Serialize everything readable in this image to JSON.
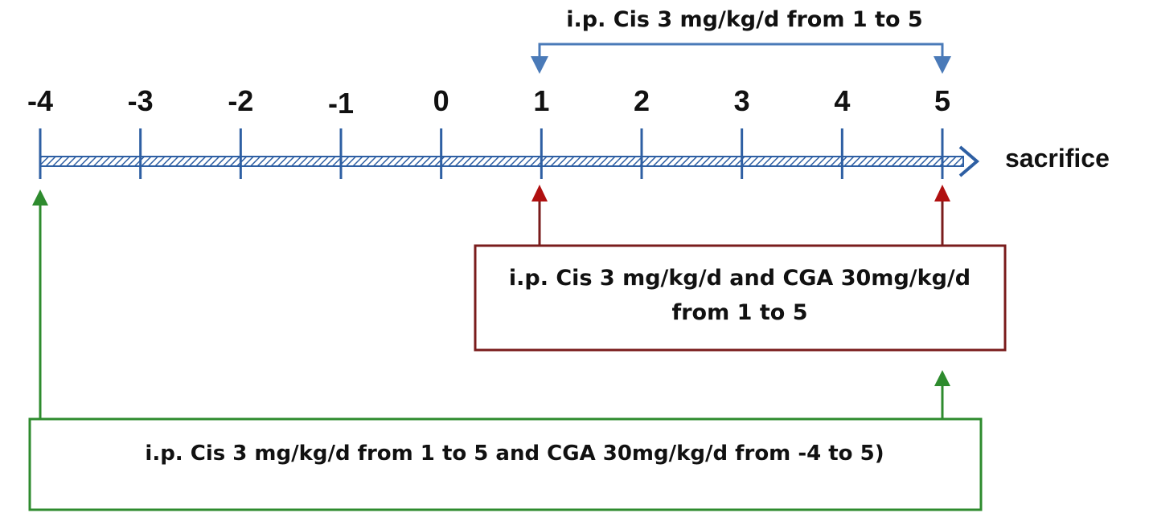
{
  "timeline": {
    "ticks": [
      "-4",
      "-3",
      "-2",
      "-1",
      "0",
      "1",
      "2",
      "3",
      "4",
      "5"
    ],
    "end_label": "sacrifice"
  },
  "annotations": {
    "top_bracket": "i.p. Cis 3 mg/kg/d from 1 to 5",
    "red_box": {
      "line1": "i.p. Cis 3 mg/kg/d and CGA  30mg/kg/d",
      "line2": "from 1 to 5"
    },
    "green_box": "i.p. Cis 3 mg/kg/d  from 1 to 5 and CGA  30mg/kg/d from -4 to 5)"
  },
  "colors": {
    "axis": "#2e5fa3",
    "blue": "#4a7ab8",
    "red": "#7a1c1c",
    "red_head": "#b01010",
    "green": "#2e8b2e"
  }
}
